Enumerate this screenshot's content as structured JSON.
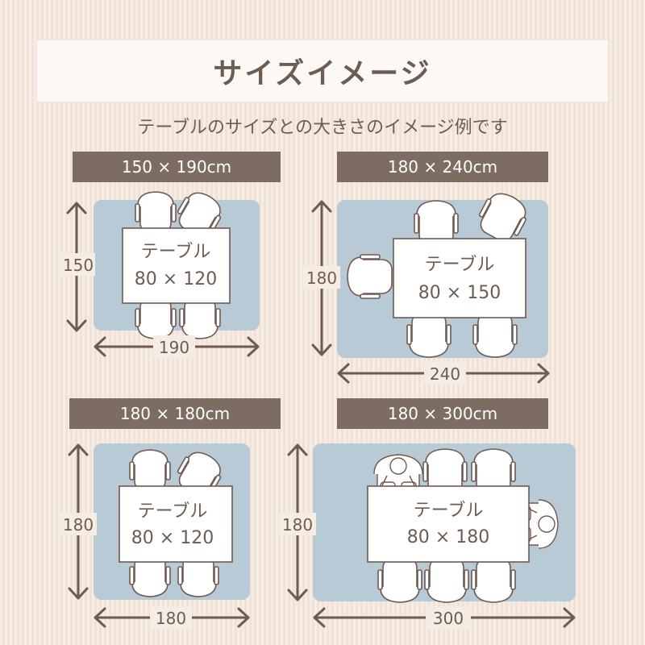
{
  "title": "サイズイメージ",
  "subtitle": "テーブルのサイズとの大きさのイメージ例です",
  "colors": {
    "rug": "#b9cad7",
    "header_bg": "#7c6c62",
    "outline": "#6e5a50",
    "text": "#6c5d52"
  },
  "panels": [
    {
      "header": "150 × 190cm",
      "width_label": "190",
      "height_label": "150",
      "table_label": "テーブル",
      "table_size": "80 × 120"
    },
    {
      "header": "180 × 240cm",
      "width_label": "240",
      "height_label": "180",
      "table_label": "テーブル",
      "table_size": "80 × 150"
    },
    {
      "header": "180 × 180cm",
      "width_label": "180",
      "height_label": "180",
      "table_label": "テーブル",
      "table_size": "80 × 120"
    },
    {
      "header": "180 × 300cm",
      "width_label": "300",
      "height_label": "180",
      "table_label": "テーブル",
      "table_size": "80 × 180"
    }
  ]
}
